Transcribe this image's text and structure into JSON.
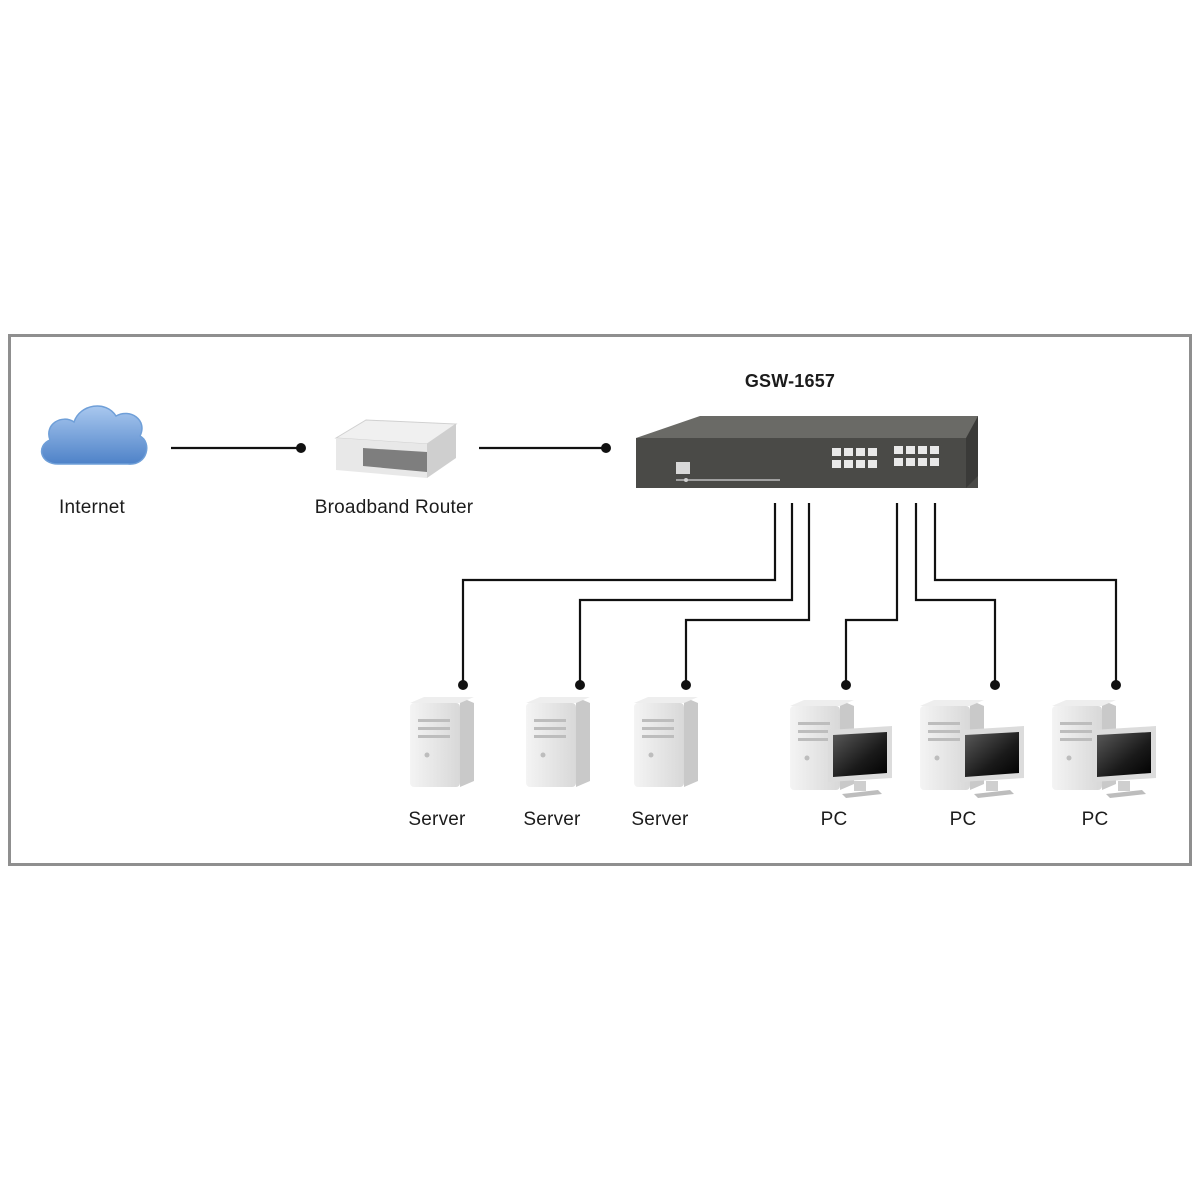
{
  "diagram": {
    "switch_model": "GSW-1657",
    "nodes": {
      "internet": "Internet",
      "router": "Broadband Router",
      "servers": [
        "Server",
        "Server",
        "Server"
      ],
      "pcs": [
        "PC",
        "PC",
        "PC"
      ]
    },
    "icons": {
      "cloud": "cloud-icon",
      "router": "router-icon",
      "switch": "switch-icon",
      "server": "server-icon",
      "pc": "pc-icon"
    },
    "colors": {
      "frame": "#8f8f8f",
      "line": "#111111",
      "cloud": "#6f9fd8",
      "switch_body": "#4a4a47",
      "device": "#e6e6e6"
    }
  }
}
